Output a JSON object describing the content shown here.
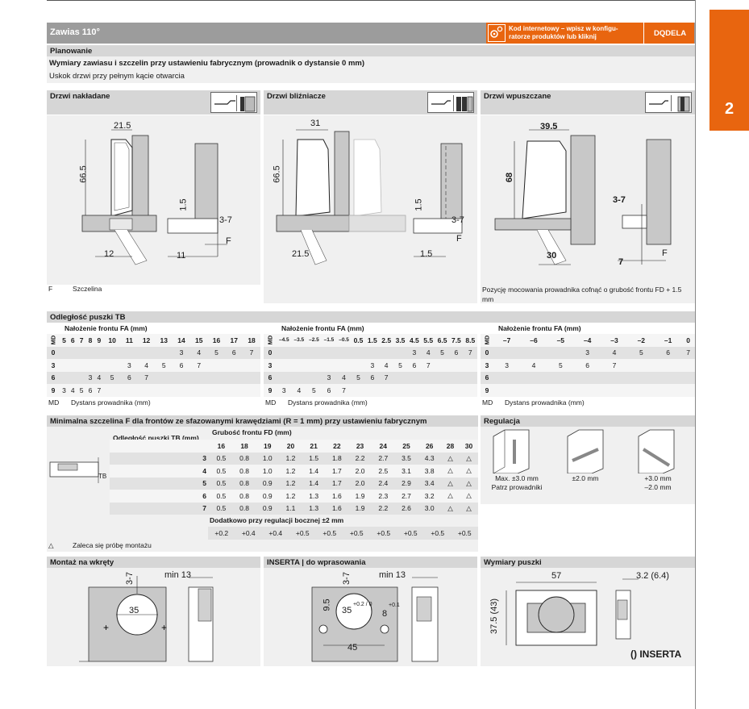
{
  "header": {
    "title": "Zawias 110°",
    "config_text_1": "Kod internetowy – wpisz w konfigu-",
    "config_text_2": "ratorze produktów lub kliknij",
    "code": "DQDELA",
    "side_tab": "2"
  },
  "planning": {
    "title": "Planowanie",
    "subtitle": "Wymiary zawiasu i szczelin przy ustawieniu fabrycznym (prowadnik o dystansie 0 mm)",
    "note": "Uskok drzwi przy pełnym kącie otwarcia"
  },
  "door_types": {
    "overlay": "Drzwi nakładane",
    "twin": "Drzwi bliźniacze",
    "inset": "Drzwi wpuszczane"
  },
  "dims": {
    "d1_width": "21.5",
    "d1_height": "66.5",
    "d1_a": "1.5",
    "d1_b": "3-7",
    "d1_c": "12",
    "d1_d": "11",
    "d1_f": "F",
    "d2_width": "31",
    "d2_height": "66.5",
    "d2_a": "1.5",
    "d2_b": "3-7",
    "d2_c": "21.5",
    "d2_d": "1.5",
    "d2_f": "F",
    "d3_width": "39.5",
    "d3_height": "68",
    "d3_b": "3-7",
    "d3_c": "30",
    "d3_d": "7",
    "d3_f": "F"
  },
  "legend": {
    "f_key": "F",
    "f_label": "Szczelina",
    "inset_note": "Pozycję mocowania prowadnika cofnąć o grubość frontu FD + 1.5 mm"
  },
  "tb": {
    "title": "Odległość puszki TB",
    "fa_label": "Nałożenie frontu FA (mm)",
    "md_label": "MD",
    "md_legend_key": "MD",
    "md_legend": "Dystans prowadnika (mm)",
    "t1_cols": [
      "5",
      "6",
      "7",
      "8",
      "9",
      "10",
      "11",
      "12",
      "13",
      "14",
      "15",
      "16",
      "17",
      "18"
    ],
    "t1_rows": [
      {
        "md": "0",
        "cells": [
          "",
          "",
          "",
          "",
          "",
          "",
          "",
          "",
          "",
          "3",
          "4",
          "5",
          "6",
          "7"
        ]
      },
      {
        "md": "3",
        "cells": [
          "",
          "",
          "",
          "",
          "",
          "",
          "3",
          "4",
          "5",
          "6",
          "7",
          "",
          "",
          ""
        ]
      },
      {
        "md": "6",
        "cells": [
          "",
          "",
          "",
          "3",
          "4",
          "5",
          "6",
          "7",
          "",
          "",
          "",
          "",
          "",
          ""
        ]
      },
      {
        "md": "9",
        "cells": [
          "3",
          "4",
          "5",
          "6",
          "7",
          "",
          "",
          "",
          "",
          "",
          "",
          "",
          "",
          ""
        ]
      }
    ],
    "t2_cols": [
      "–4.5",
      "–3.5",
      "–2.5",
      "–1.5",
      "–0.5",
      "0.5",
      "1.5",
      "2.5",
      "3.5",
      "4.5",
      "5.5",
      "6.5",
      "7.5",
      "8.5"
    ],
    "t2_rows": [
      {
        "md": "0",
        "cells": [
          "",
          "",
          "",
          "",
          "",
          "",
          "",
          "",
          "",
          "3",
          "4",
          "5",
          "6",
          "7"
        ]
      },
      {
        "md": "3",
        "cells": [
          "",
          "",
          "",
          "",
          "",
          "",
          "3",
          "4",
          "5",
          "6",
          "7",
          "",
          "",
          ""
        ]
      },
      {
        "md": "6",
        "cells": [
          "",
          "",
          "",
          "3",
          "4",
          "5",
          "6",
          "7",
          "",
          "",
          "",
          "",
          "",
          ""
        ]
      },
      {
        "md": "9",
        "cells": [
          "3",
          "4",
          "5",
          "6",
          "7",
          "",
          "",
          "",
          "",
          "",
          "",
          "",
          "",
          ""
        ]
      }
    ],
    "t3_cols": [
      "",
      "",
      "",
      "",
      "",
      "",
      "–7",
      "–6",
      "–5",
      "–4",
      "–3",
      "–2",
      "–1",
      "0"
    ],
    "t3_rows": [
      {
        "md": "0",
        "cells": [
          "",
          "",
          "",
          "",
          "",
          "",
          "",
          "",
          "",
          "3",
          "4",
          "5",
          "6",
          "7"
        ]
      },
      {
        "md": "3",
        "cells": [
          "",
          "",
          "",
          "",
          "",
          "",
          "3",
          "4",
          "5",
          "6",
          "7",
          "",
          "",
          ""
        ]
      },
      {
        "md": "6",
        "cells": [
          "",
          "",
          "",
          "",
          "",
          "",
          "",
          "",
          "",
          "",
          "",
          "",
          "",
          ""
        ]
      },
      {
        "md": "9",
        "cells": [
          "",
          "",
          "",
          "",
          "",
          "",
          "",
          "",
          "",
          "",
          "",
          "",
          "",
          ""
        ]
      }
    ]
  },
  "min_gap": {
    "title": "Minimalna szczelina F dla frontów ze sfazowanymi krawędziami (R = 1 mm) przy ustawieniu fabrycznym",
    "tb_label": "Odległość puszki TB (mm)",
    "fd_label": "Grubość frontu FD (mm)",
    "tb_tag": "TB",
    "cols": [
      "16",
      "18",
      "19",
      "20",
      "21",
      "22",
      "23",
      "24",
      "25",
      "26",
      "28",
      "30"
    ],
    "rows": [
      {
        "tb": "3",
        "cells": [
          "0.5",
          "0.8",
          "1.0",
          "1.2",
          "1.5",
          "1.8",
          "2.2",
          "2.7",
          "3.5",
          "4.3",
          "△",
          "△"
        ]
      },
      {
        "tb": "4",
        "cells": [
          "0.5",
          "0.8",
          "1.0",
          "1.2",
          "1.4",
          "1.7",
          "2.0",
          "2.5",
          "3.1",
          "3.8",
          "△",
          "△"
        ]
      },
      {
        "tb": "5",
        "cells": [
          "0.5",
          "0.8",
          "0.9",
          "1.2",
          "1.4",
          "1.7",
          "2.0",
          "2.4",
          "2.9",
          "3.4",
          "△",
          "△"
        ]
      },
      {
        "tb": "6",
        "cells": [
          "0.5",
          "0.8",
          "0.9",
          "1.2",
          "1.3",
          "1.6",
          "1.9",
          "2.3",
          "2.7",
          "3.2",
          "△",
          "△"
        ]
      },
      {
        "tb": "7",
        "cells": [
          "0.5",
          "0.8",
          "0.9",
          "1.1",
          "1.3",
          "1.6",
          "1.9",
          "2.2",
          "2.6",
          "3.0",
          "△",
          "△"
        ]
      }
    ],
    "extra_label": "Dodatkowo przy regulacji bocznej ±2 mm",
    "extra_cells": [
      "+0.2",
      "+0.4",
      "+0.4",
      "+0.5",
      "+0.5",
      "+0.5",
      "+0.5",
      "+0.5",
      "+0.5",
      "+0.5"
    ],
    "note_key": "△",
    "note": "Zaleca się próbę montażu"
  },
  "regulation": {
    "title": "Regulacja",
    "c1_line1": "Max. ±3.0 mm",
    "c1_line2": "Patrz prowadniki",
    "c2_line1": "±2.0 mm",
    "c3_line1": "+3.0 mm",
    "c3_line2": "–2.0 mm"
  },
  "mounting": {
    "screws_title": "Montaż na wkręty",
    "inserta_title": "INSERTA | do wprasowania",
    "cup_title": "Wymiary puszki",
    "s_37": "3-7",
    "s_min13": "min 13",
    "s_35": "35",
    "i_37": "3-7",
    "i_min13": "min 13",
    "i_95": "9.5",
    "i_35": "35",
    "i_tol": "+0.2 / 0",
    "i_8": "8",
    "i_8tol": "+0.1",
    "i_45": "45",
    "c_57": "57",
    "c_32": "3.2 (6.4)",
    "c_375": "37.5 (43)",
    "c_inserta": "() INSERTA"
  },
  "colors": {
    "accent": "#e8650f",
    "header_grey": "#9c9c9c",
    "bar_grey": "#d6d6d6",
    "drawing_grey": "#c8c8c8"
  }
}
